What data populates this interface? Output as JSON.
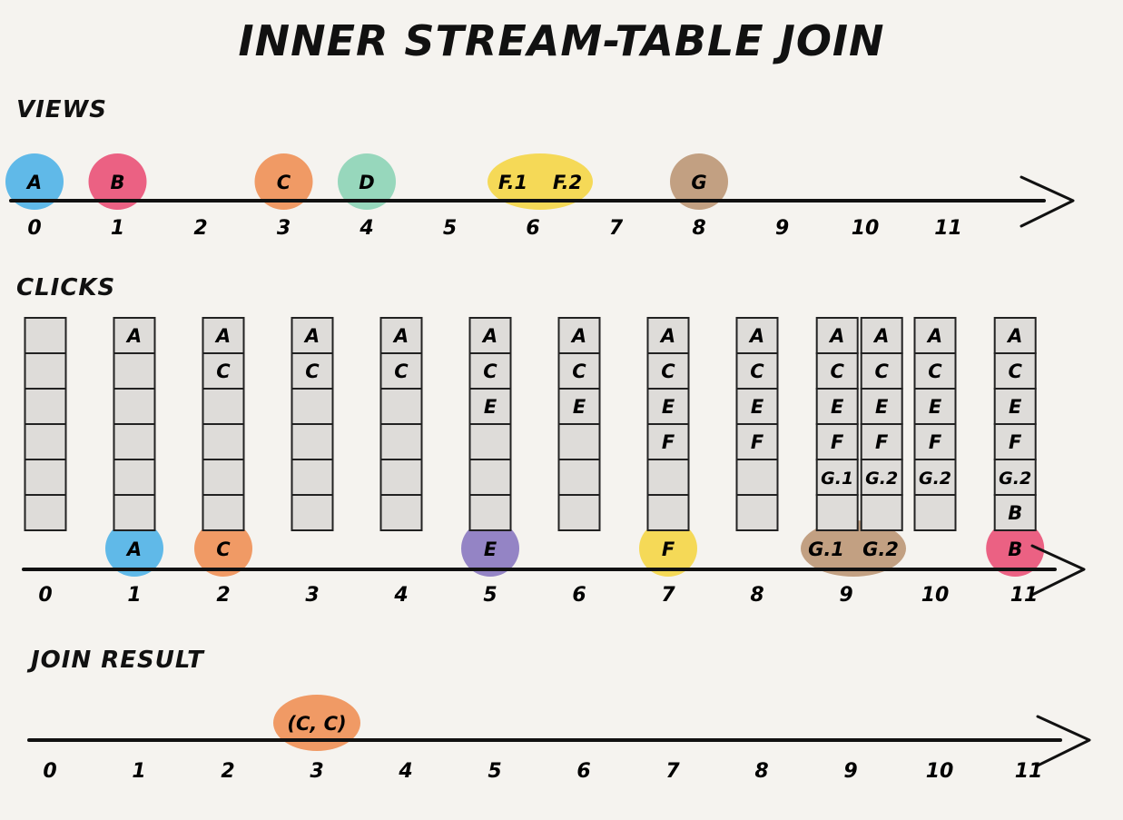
{
  "title": "INNER STREAM-TABLE JOIN",
  "colors": {
    "A": "#45aee6",
    "B": "#e94670",
    "C": "#ee8a4c",
    "D": "#86d1b3",
    "E": "#8370bd",
    "F": "#f5d43c",
    "G": "#b9906f"
  },
  "views": {
    "label": "VIEWS",
    "ticks": [
      "0",
      "1",
      "2",
      "3",
      "4",
      "5",
      "6",
      "7",
      "8",
      "9",
      "10",
      "11"
    ],
    "events": [
      {
        "labels": [
          "A"
        ],
        "time": 0,
        "color": "A"
      },
      {
        "labels": [
          "B"
        ],
        "time": 1,
        "color": "B"
      },
      {
        "labels": [
          "C"
        ],
        "time": 3,
        "color": "C"
      },
      {
        "labels": [
          "D"
        ],
        "time": 4,
        "color": "D"
      },
      {
        "labels": [
          "F.1",
          "F.2"
        ],
        "time": 6,
        "color": "F"
      },
      {
        "labels": [
          "G"
        ],
        "time": 8,
        "color": "G"
      }
    ]
  },
  "clicks": {
    "label": "CLICKS",
    "ticks": [
      "0",
      "1",
      "2",
      "3",
      "4",
      "5",
      "6",
      "7",
      "8",
      "9",
      "10",
      "11"
    ],
    "tables": [
      {
        "time": 0,
        "rows": []
      },
      {
        "time": 1,
        "rows": [
          "A"
        ]
      },
      {
        "time": 2,
        "rows": [
          "A",
          "C"
        ]
      },
      {
        "time": 3,
        "rows": [
          "A",
          "C"
        ]
      },
      {
        "time": 4,
        "rows": [
          "A",
          "C"
        ]
      },
      {
        "time": 5,
        "rows": [
          "A",
          "C",
          "E"
        ]
      },
      {
        "time": 6,
        "rows": [
          "A",
          "C",
          "E"
        ]
      },
      {
        "time": 7,
        "rows": [
          "A",
          "C",
          "E",
          "F"
        ]
      },
      {
        "time": 8,
        "rows": [
          "A",
          "C",
          "E",
          "F"
        ]
      },
      {
        "time": 8.9,
        "rows": [
          "A",
          "C",
          "E",
          "F",
          "G.1"
        ]
      },
      {
        "time": 9.4,
        "rows": [
          "A",
          "C",
          "E",
          "F",
          "G.2"
        ]
      },
      {
        "time": 10,
        "rows": [
          "A",
          "C",
          "E",
          "F",
          "G.2"
        ]
      },
      {
        "time": 10.9,
        "rows": [
          "A",
          "C",
          "E",
          "F",
          "G.2",
          "B"
        ]
      }
    ],
    "events": [
      {
        "labels": [
          "A"
        ],
        "time": 1,
        "color": "A"
      },
      {
        "labels": [
          "C"
        ],
        "time": 2,
        "color": "C"
      },
      {
        "labels": [
          "E"
        ],
        "time": 5,
        "color": "E"
      },
      {
        "labels": [
          "F"
        ],
        "time": 7,
        "color": "F"
      },
      {
        "labels": [
          "G.1",
          "G.2"
        ],
        "time": 9,
        "color": "G"
      },
      {
        "labels": [
          "B"
        ],
        "time": 10.9,
        "color": "B"
      }
    ]
  },
  "join_result": {
    "label": "JOIN RESULT",
    "ticks": [
      "0",
      "1",
      "2",
      "3",
      "4",
      "5",
      "6",
      "7",
      "8",
      "9",
      "10",
      "11"
    ],
    "events": [
      {
        "labels": [
          "(C, C)"
        ],
        "time": 3,
        "color": "C"
      }
    ]
  }
}
